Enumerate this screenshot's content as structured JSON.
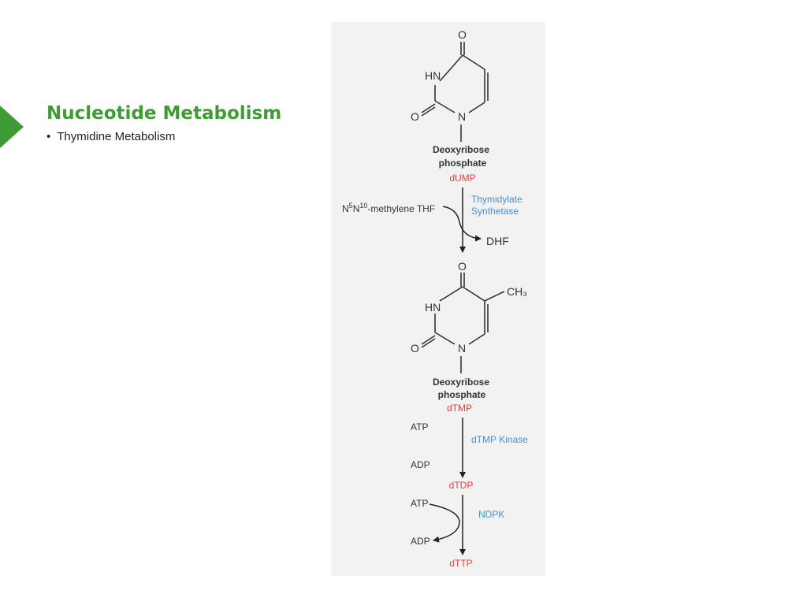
{
  "slide": {
    "title": "Nucleotide Metabolism",
    "bullet": "Thymidine Metabolism",
    "bullet_marker": "•",
    "accent_color": "#3f9b35"
  },
  "diagram": {
    "molecule1": {
      "atoms": {
        "o_top": "O",
        "hn": "HN",
        "o_left": "O",
        "n": "N"
      },
      "sugar_line1": "Deoxyribose",
      "sugar_line2": "phosphate",
      "name": "dUMP"
    },
    "step1": {
      "cofactor_n": "N",
      "cofactor_sup5": "5",
      "cofactor_n2": "N",
      "cofactor_sup10": "10",
      "cofactor_rest": "-methylene THF",
      "enzyme_line1": "Thymidylate",
      "enzyme_line2": "Synthetase",
      "product": "DHF"
    },
    "molecule2": {
      "atoms": {
        "o_top": "O",
        "hn": "HN",
        "o_left": "O",
        "n": "N",
        "ch3": "CH₃"
      },
      "sugar_line1": "Deoxyribose",
      "sugar_line2": "phosphate",
      "name": "dTMP"
    },
    "step2": {
      "atp": "ATP",
      "adp": "ADP",
      "enzyme": "dTMP Kinase",
      "product": "dTDP"
    },
    "step3": {
      "atp": "ATP",
      "adp": "ADP",
      "enzyme": "NDPK",
      "product": "dTTP"
    },
    "colors": {
      "product_red": "#e83e3e",
      "enzyme_blue": "#4a8fcf",
      "panel_bg": "#f2f2f2"
    }
  }
}
